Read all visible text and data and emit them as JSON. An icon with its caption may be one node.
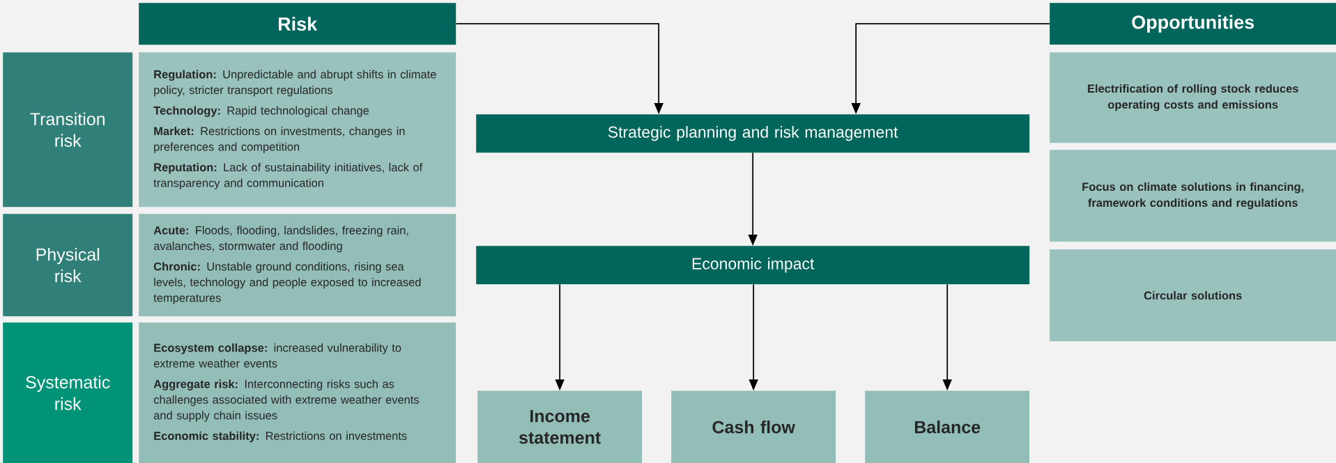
{
  "diagram": {
    "nodes": [
      {
        "text": [
          "Risk"
        ]
      },
      {
        "text": [
          "Transition risk"
        ]
      },
      {
        "text": [
          "**Regulation:** Unpredictable and abrupt shifts in climate policy, stricter transport regulations",
          "**Technology:** Rapid technological change",
          "**Market:** Restrictions on investments, changes in preferences and competition",
          "**Reputation:** Lack of sustainability initiatives, lack of transparency and communication"
        ]
      },
      {
        "text": [
          "Physical risk"
        ]
      },
      {
        "text": [
          "**Acute:** Floods, flooding, landslides, freezing rain, avalanches, stormwater and flooding",
          "**Chronic:** Unstable ground conditions, rising sea levels, technology and people exposed to increased temperatures"
        ]
      },
      {
        "text": [
          "Systematic risk"
        ]
      },
      {
        "text": [
          "**Ecosystem collapse:** increased vulnerability to extreme weather events",
          "**Aggregate risk:** Interconnecting risks such as challenges associated with extreme weather events and supply chain issues",
          "**Economic stability:** Restrictions on investments"
        ]
      },
      {
        "text": [
          "Opportunities"
        ]
      },
      {
        "text": [
          "Electrification of rolling stock reduces operating costs and emissions"
        ]
      },
      {
        "text": [
          "Focus on climate solutions in financing, framework conditions and regulations"
        ]
      },
      {
        "text": [
          "Circular solutions"
        ]
      },
      {
        "text": [
          "Strategic planning and risk management"
        ]
      },
      {
        "text": [
          "Economic impact"
        ]
      },
      {
        "text": [
          "Income statement"
        ]
      },
      {
        "text": [
          "Cash flow"
        ]
      },
      {
        "text": [
          "Balance"
        ]
      }
    ],
    "edges": [
      {
        "from": 0,
        "to": 11,
        "arrow": "to"
      },
      {
        "from": 7,
        "to": 11,
        "arrow": "to"
      },
      {
        "from": 11,
        "to": 12,
        "arrow": "to"
      },
      {
        "from": 12,
        "to": 13,
        "arrow": "to"
      },
      {
        "from": 12,
        "to": 14,
        "arrow": "to"
      },
      {
        "from": 12,
        "to": 15,
        "arrow": "to"
      }
    ]
  }
}
